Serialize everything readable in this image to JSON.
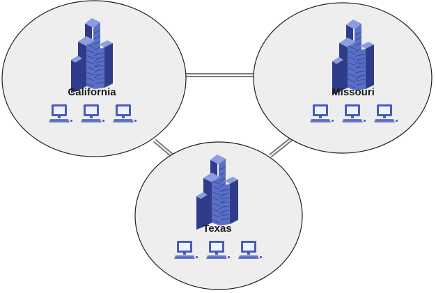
{
  "diagram": {
    "colors": {
      "background": "#ffffff",
      "site_fill": "#eeeeee",
      "site_stroke": "#1e1e1e",
      "link_stroke": "#7a7a7a",
      "link_fill": "#ffffff",
      "building_face": "#5b6fc4",
      "building_side": "#2e3c8a",
      "building_top": "#8d9de0",
      "window": "#3a4ca6",
      "monitor_frame": "#4a5cb8",
      "screen": "#eef1ff",
      "keyboard": "#6a7ac8"
    },
    "sites": [
      {
        "id": "california",
        "label": "California",
        "building_icon": "office-building-icon",
        "workstation_icon": "desktop-computer-icon",
        "workstations": 3
      },
      {
        "id": "missouri",
        "label": "Missouri",
        "building_icon": "office-building-icon",
        "workstation_icon": "desktop-computer-icon",
        "workstations": 3
      },
      {
        "id": "texas",
        "label": "Texas",
        "building_icon": "office-building-icon",
        "workstation_icon": "desktop-computer-icon",
        "workstations": 3
      }
    ],
    "links": [
      {
        "from": "california",
        "to": "missouri"
      },
      {
        "from": "california",
        "to": "texas"
      },
      {
        "from": "missouri",
        "to": "texas"
      }
    ]
  }
}
